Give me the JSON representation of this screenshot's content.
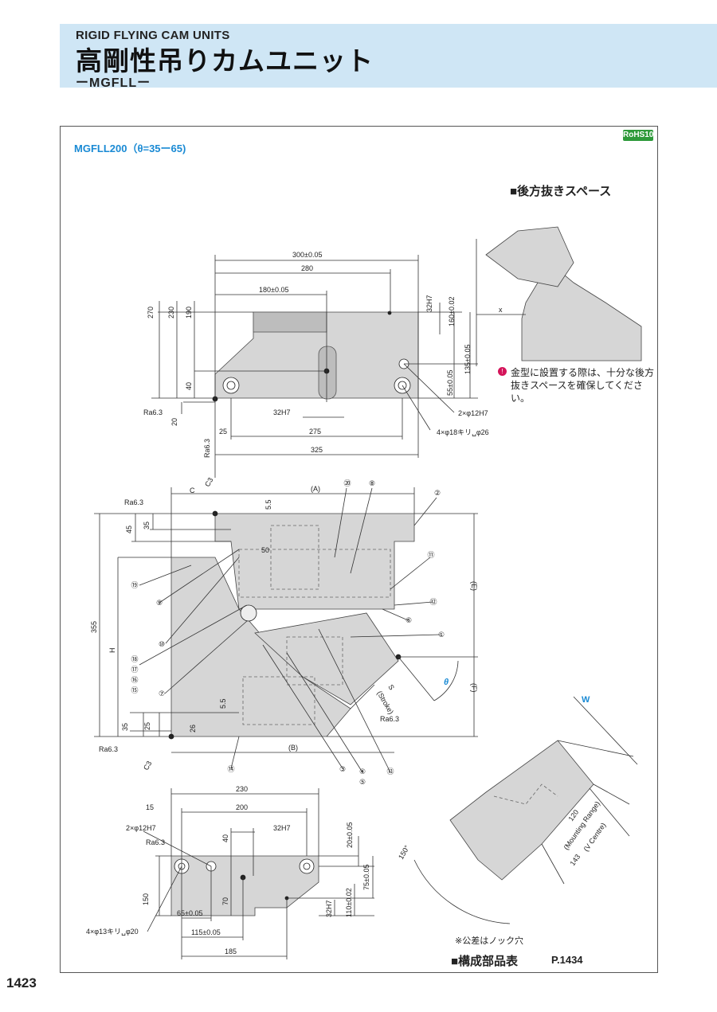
{
  "header": {
    "subtitle": "RIGID FLYING CAM UNITS",
    "title": "高剛性吊りカムユニット",
    "model": "ーMGFLLー"
  },
  "section": {
    "title": "MGFLL200（θ=35ー65)",
    "rohs": "RoHS10"
  },
  "space": {
    "title": "■後方抜きスペース",
    "x_label": "x",
    "note": "金型に設置する際は、十分な後方抜きスペースを確保してください。"
  },
  "top_view": {
    "dims": [
      "300±0.05",
      "280",
      "180±0.05",
      "270",
      "230",
      "190",
      "40",
      "20",
      "32H7",
      "160±0.02",
      "135±0.05",
      "55±0.05",
      "2×φ12H7",
      "4×φ18キリ␣φ26",
      "32H7",
      "25",
      "275",
      "325",
      "Ra6.3",
      "Ra6.3"
    ]
  },
  "front_view": {
    "dims": [
      "C",
      "C3",
      "(A)",
      "5.5",
      "45",
      "35",
      "50",
      "355",
      "H",
      "(E)",
      "(F)",
      "S",
      "(Stroke)",
      "θ",
      "5.5",
      "35",
      "25",
      "26",
      "(B)",
      "C3",
      "Ra6.3",
      "Ra6.3",
      "Ra6.3"
    ],
    "balloons": [
      "⑳",
      "⑧",
      "②",
      "⑪",
      "⑫",
      "⑥",
      "①",
      "⑲",
      "⑨",
      "⑩",
      "⑱",
      "⑰",
      "⑯",
      "⑮",
      "⑦",
      "⑭",
      "③",
      "④",
      "⑤",
      "⑬"
    ]
  },
  "bottom_view": {
    "dims": [
      "230",
      "15",
      "200",
      "2×φ12H7",
      "40",
      "32H7",
      "20±0.05",
      "Ra6.3",
      "150",
      "70",
      "75±0.05",
      "65±0.05",
      "110±0.02",
      "32H7",
      "115±0.05",
      "4×φ13キリ␣φ20",
      "185"
    ]
  },
  "side_view": {
    "dims": [
      "W",
      "150°",
      "120",
      "(Mounting Range)",
      "143",
      "(V Centre)"
    ]
  },
  "footer": {
    "tolerance_note": "※公差はノック穴",
    "parts_table": "■構成部品表",
    "parts_ref": "P.1434",
    "page_number": "1423"
  }
}
